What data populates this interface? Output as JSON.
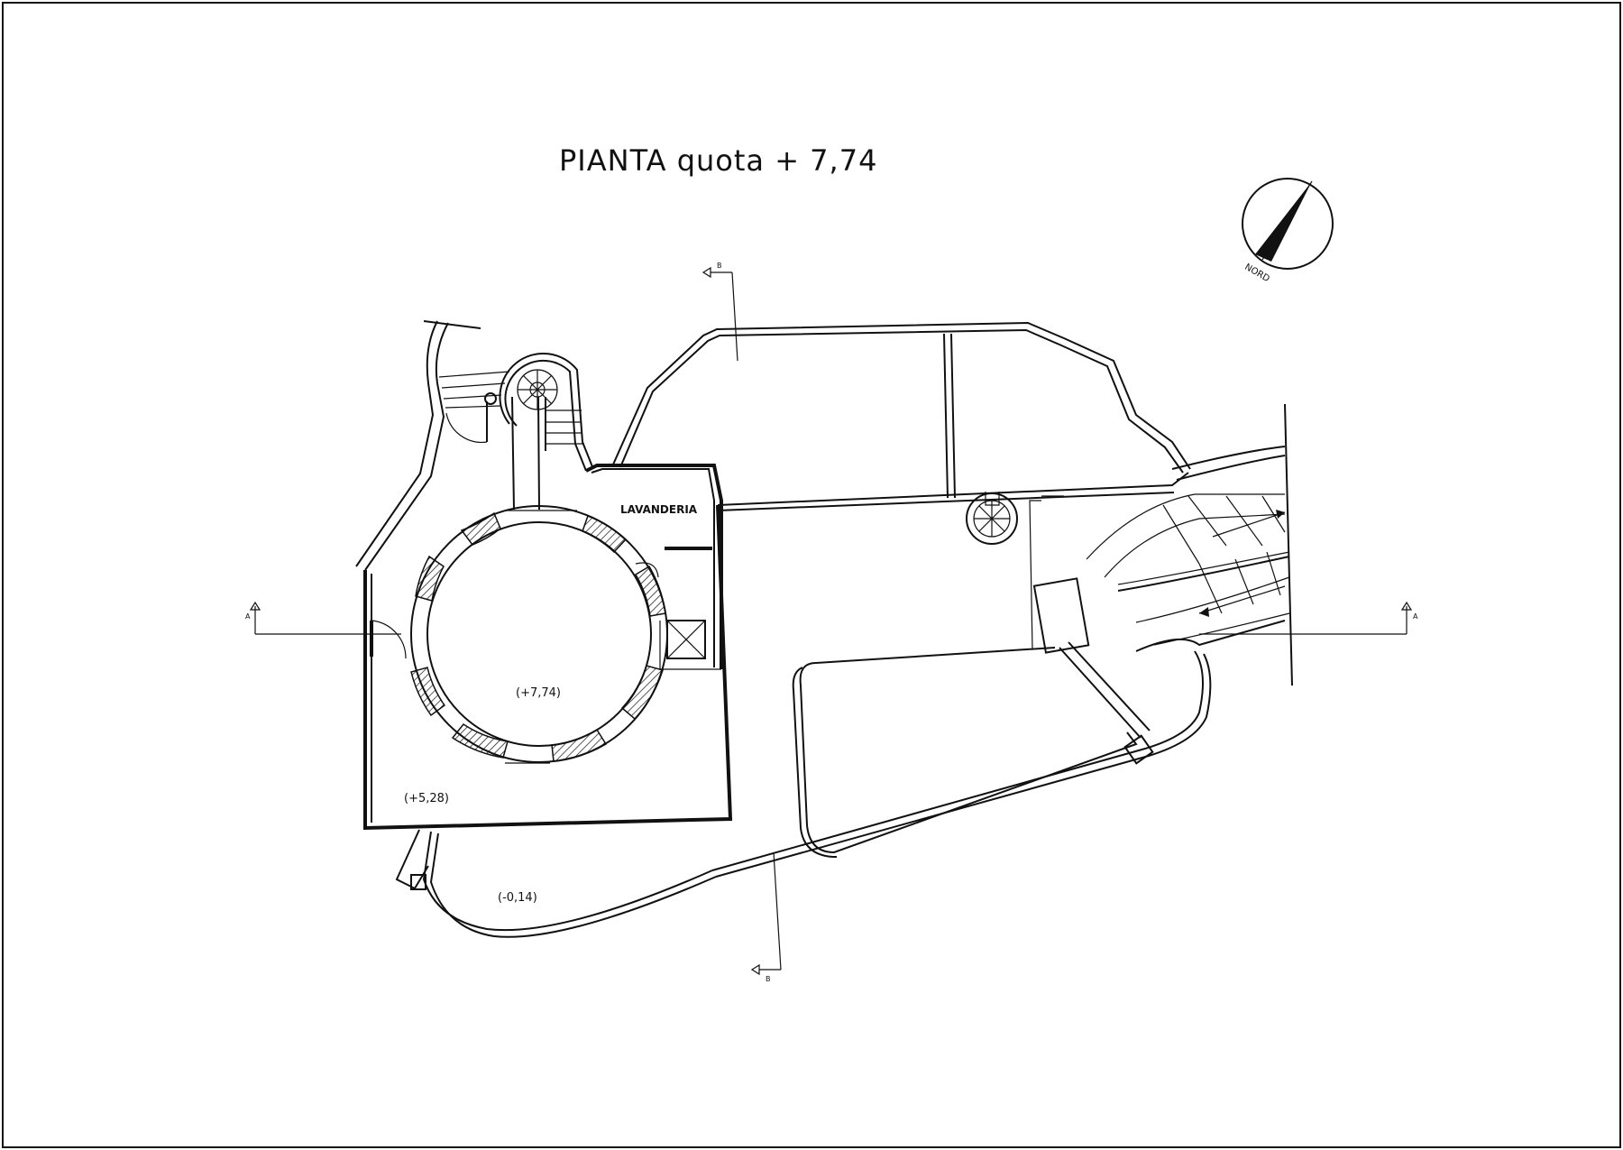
{
  "drawing": {
    "title": "PIANTA quota + 7,74",
    "rooms": {
      "laundry": "LAVANDERIA"
    },
    "levels": {
      "tower": "(+7,74)",
      "terrace": "(+5,28)",
      "ground": "(-0,14)"
    },
    "sections": {
      "a_left": "A",
      "a_right": "A",
      "b_top": "B",
      "b_bottom": "B"
    },
    "north": {
      "label": "NORD",
      "icon": "north-arrow-icon"
    }
  },
  "colors": {
    "line": "#111111",
    "paper": "#ffffff"
  }
}
